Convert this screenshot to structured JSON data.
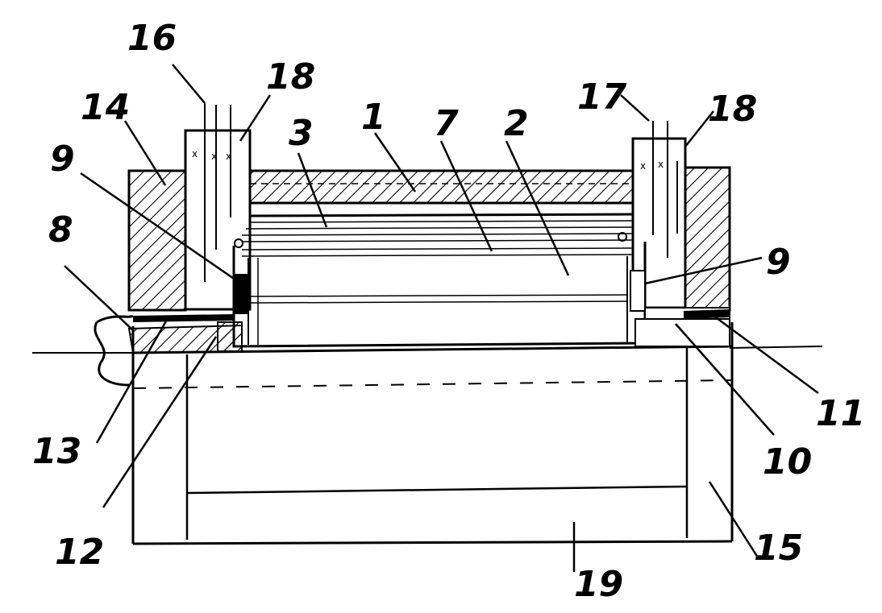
{
  "figure": {
    "labels": {
      "n1": "1",
      "n2": "2",
      "n3": "3",
      "n7": "7",
      "n8": "8",
      "n9_left": "9",
      "n9_right": "9",
      "n10": "10",
      "n11": "11",
      "n12": "12",
      "n13": "13",
      "n14": "14",
      "n15": "15",
      "n16": "16",
      "n17": "17",
      "n18_left": "18",
      "n18_right": "18",
      "n19": "19"
    }
  }
}
